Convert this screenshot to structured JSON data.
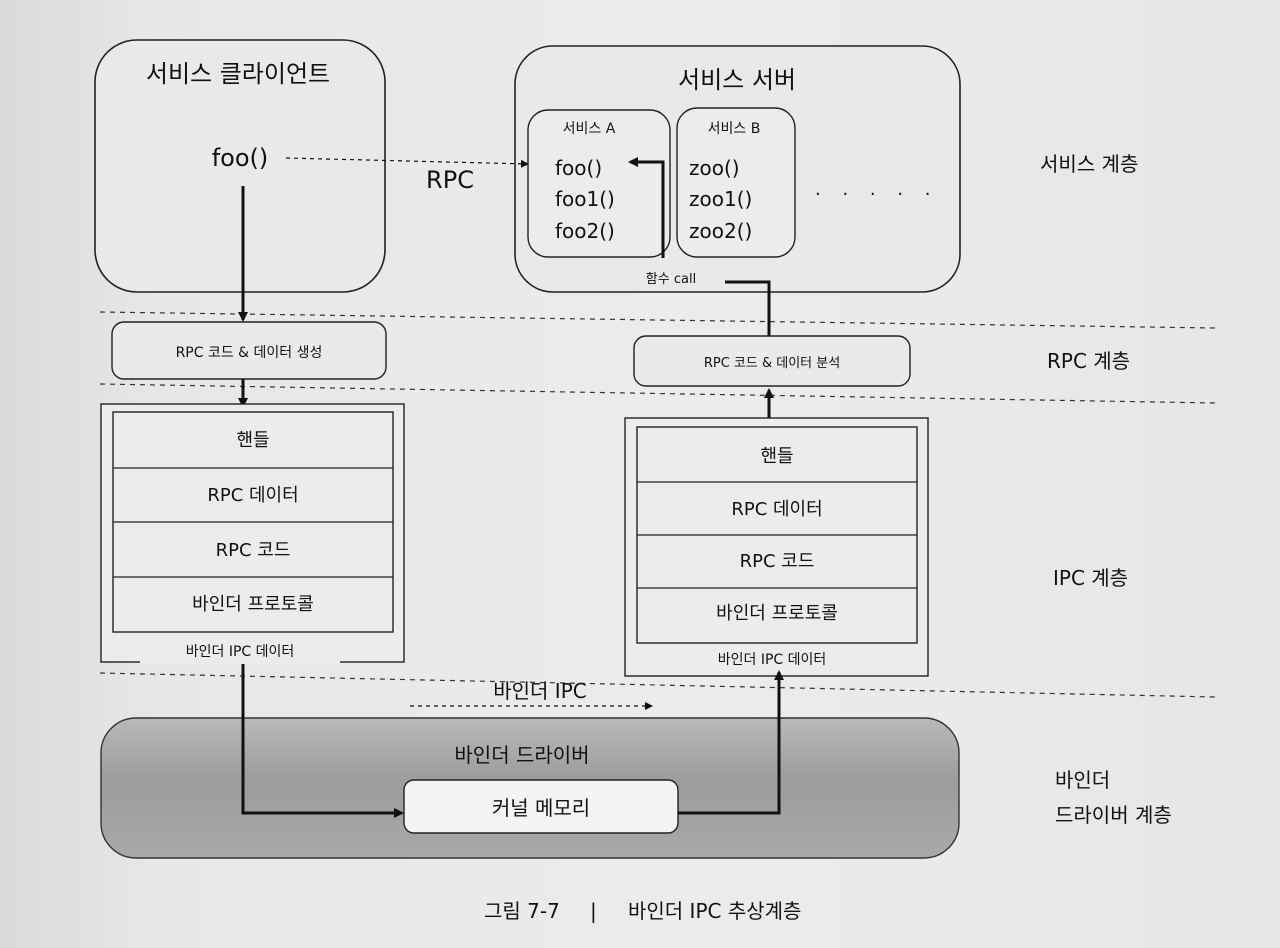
{
  "client": {
    "title": "서비스 클라이언트",
    "method": "foo()"
  },
  "server": {
    "title": "서비스 서버",
    "service_a": {
      "title": "서비스 A",
      "methods": [
        "foo()",
        "foo1()",
        "foo2()"
      ]
    },
    "service_b": {
      "title": "서비스 B",
      "methods": [
        "zoo()",
        "zoo1()",
        "zoo2()"
      ]
    },
    "ellipsis": "· · · · ·",
    "call_label": "함수 call"
  },
  "rpc_label": "RPC",
  "rpc_layer": {
    "left_box": "RPC 코드 & 데이터 생성",
    "right_box": "RPC 코드 & 데이터 분석"
  },
  "ipc_stack": {
    "rows": [
      "핸들",
      "RPC 데이터",
      "RPC 코드",
      "바인더 프로토콜"
    ],
    "caption": "바인더 IPC 데이터"
  },
  "binder_ipc_label": "바인더 IPC",
  "driver": {
    "title": "바인더 드라이버",
    "memory": "커널 메모리"
  },
  "layers": {
    "service": "서비스 계층",
    "rpc": "RPC 계층",
    "ipc": "IPC 계층",
    "driver_line1": "바인더",
    "driver_line2": "드라이버 계층"
  },
  "figure_caption": {
    "number": "그림 7-7",
    "separator": "|",
    "title": "바인더 IPC 추상계층"
  }
}
